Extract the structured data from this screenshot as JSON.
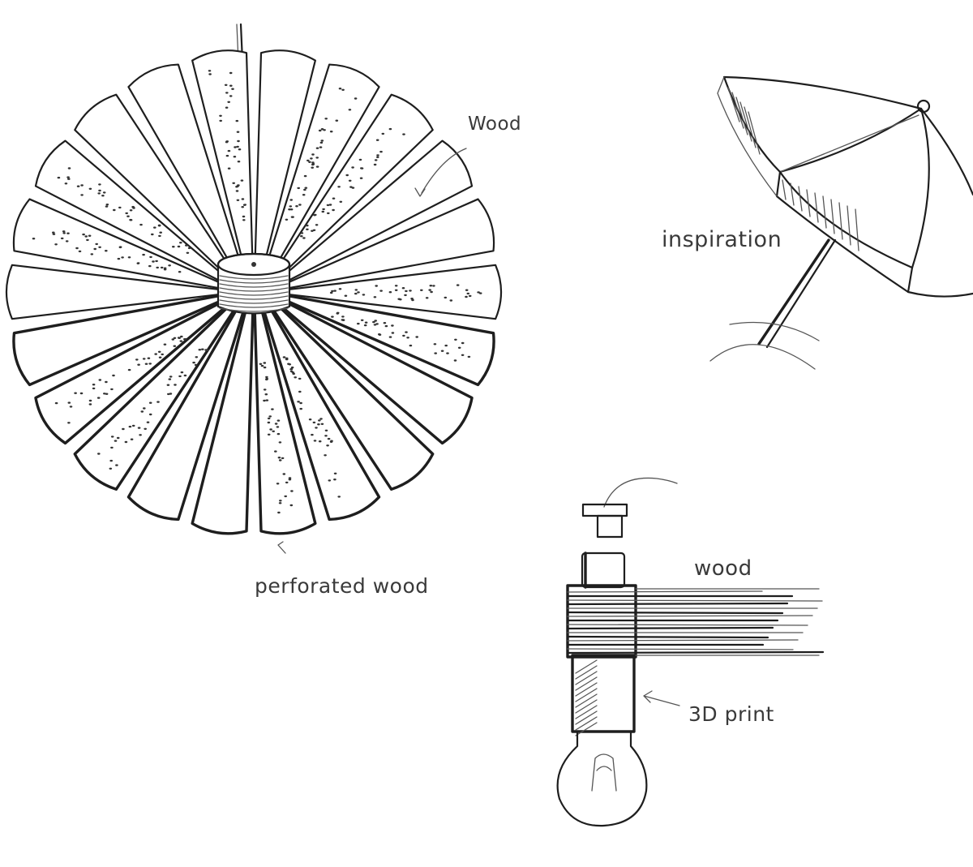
{
  "labels": {
    "lamp_wood": "Wood",
    "lamp_perforated": "perforated wood",
    "umbrella_inspiration": "inspiration",
    "detail_wood": "wood",
    "detail_3d_print": "3D print"
  },
  "colors": {
    "ink": "#1e1e1e",
    "label_text": "#3a3a3a",
    "background": "#ffffff"
  }
}
